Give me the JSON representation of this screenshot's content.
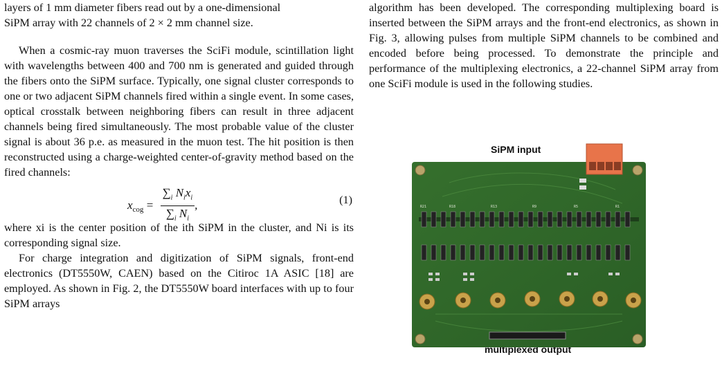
{
  "left": {
    "p1_line1": "layers of 1 mm diameter fibers read out by a one-dimensional",
    "p1_line2": "SiPM array with 22 channels of 2 × 2 mm channel size.",
    "p2": "When a cosmic-ray muon traverses the SciFi module, scintillation light with wavelengths between 400 and 700 nm is generated and guided through the fibers onto the SiPM surface. Typically, one signal cluster corresponds to one or two adjacent SiPM channels fired within a single event. In some cases, optical crosstalk between neighboring fibers can result in three adjacent channels being fired simultaneously. The most probable value of the cluster signal is about 36 p.e. as measured in the muon test. The hit position is then reconstructed using a charge-weighted center-of-gravity method based on the fired channels:",
    "eq_lhs": "x",
    "eq_sub": "cog",
    "eq_num": "= Σi Nixi",
    "eq_den": "Σi Ni",
    "eq_label": "(1)",
    "p3": "where xi is the center position of the ith SiPM in the cluster, and Ni is its corresponding signal size.",
    "p4": "For charge integration and digitization of SiPM signals, front-end electronics (DT5550W, CAEN) based on the Citiroc 1A ASIC [18] are employed. As shown in Fig. 2, the DT5550W board interfaces with up to four SiPM arrays"
  },
  "right": {
    "p1": "algorithm has been developed. The corresponding multiplexing board is inserted between the SiPM arrays and the front-end electronics, as shown in Fig. 3, allowing pulses from multiple SiPM channels to be combined and encoded before being processed. To demonstrate the principle and performance of the multiplexing electronics, a 22-channel SiPM array from one SciFi module is used in the following studies."
  },
  "figure": {
    "label_top": "SiPM input",
    "label_bottom": "multiplexed output",
    "colors": {
      "pcb": "#2f6b2a",
      "pcb_dark": "#24521f",
      "connector": "#e8744a",
      "sma": "#c9a24a"
    }
  }
}
